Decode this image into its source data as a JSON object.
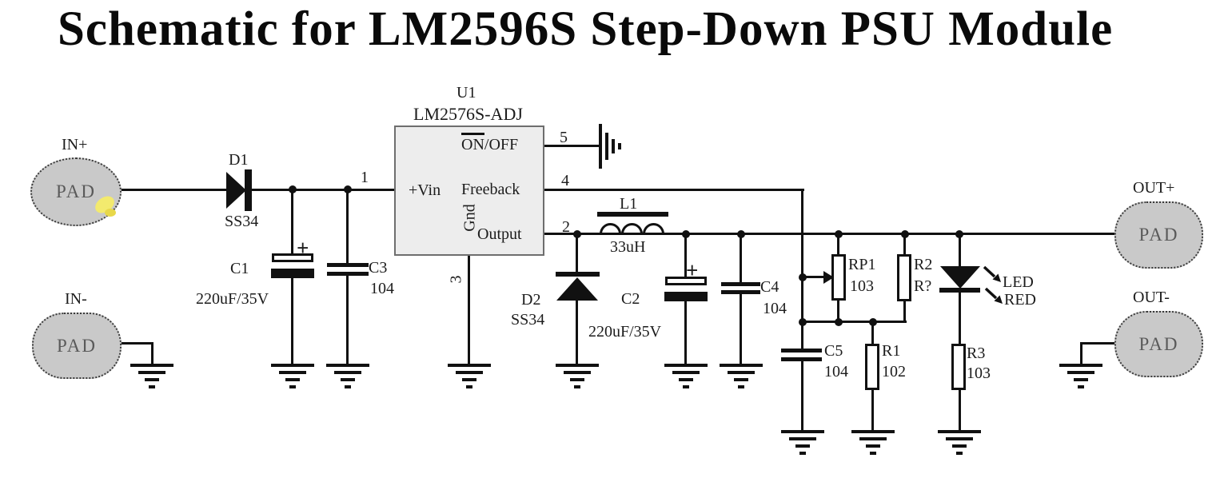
{
  "title": "Schematic for LM2596S Step-Down PSU Module",
  "ic": {
    "ref": "U1",
    "part": "LM2576S-ADJ",
    "labels": {
      "vin": "+Vin",
      "onoff_on": "ON",
      "onoff_rest": "/OFF",
      "feedback": "Freeback",
      "gnd": "Gnd",
      "output": "Output"
    },
    "pin_numbers": {
      "p1": "1",
      "p2": "2",
      "p3": "3",
      "p4": "4",
      "p5": "5"
    }
  },
  "pads": {
    "in_plus": {
      "label": "IN+",
      "text": "PAD"
    },
    "in_minus": {
      "label": "IN-",
      "text": "PAD"
    },
    "out_plus": {
      "label": "OUT+",
      "text": "PAD"
    },
    "out_minus": {
      "label": "OUT-",
      "text": "PAD"
    }
  },
  "components": {
    "d1": {
      "ref": "D1",
      "value": "SS34"
    },
    "d2": {
      "ref": "D2",
      "value": "SS34"
    },
    "c1": {
      "ref": "C1",
      "value": "220uF/35V",
      "polarity": "+"
    },
    "c2": {
      "ref": "C2",
      "value": "220uF/35V",
      "polarity": "+"
    },
    "c3": {
      "ref": "C3",
      "value": "104"
    },
    "c4": {
      "ref": "C4",
      "value": "104"
    },
    "c5": {
      "ref": "C5",
      "value": "104"
    },
    "l1": {
      "ref": "L1",
      "value": "33uH"
    },
    "rp1": {
      "ref": "RP1",
      "value": "103"
    },
    "r1": {
      "ref": "R1",
      "value": "102"
    },
    "r2": {
      "ref": "R2",
      "value": "R?"
    },
    "r3": {
      "ref": "R3",
      "value": "103"
    },
    "led": {
      "label": "LED",
      "color": "RED"
    }
  },
  "colors": {
    "wire": "#111111",
    "pad_fill": "#c9c9c9",
    "ic_fill": "#ededed",
    "background": "#ffffff"
  }
}
